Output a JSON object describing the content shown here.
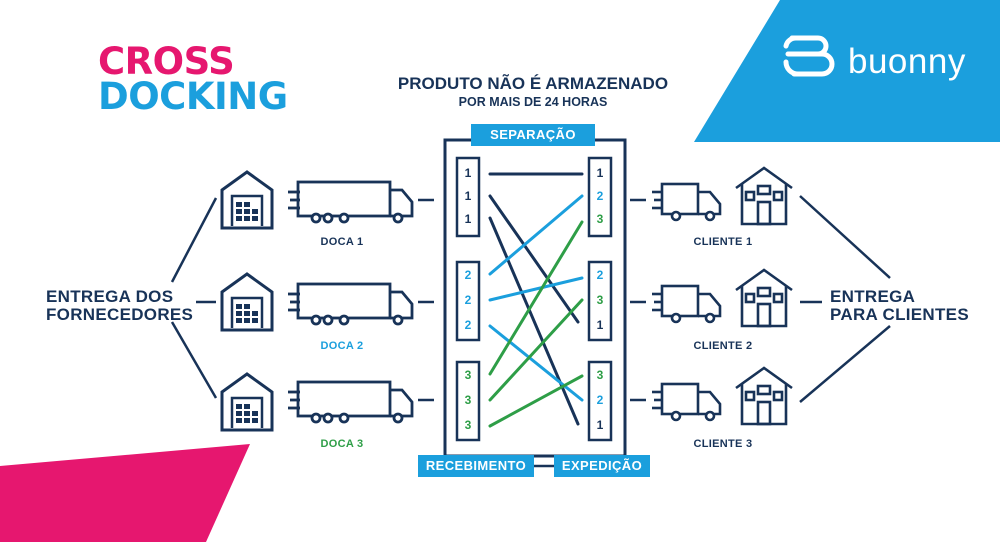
{
  "title": {
    "line1": "CROSS",
    "line2": "DOCKING"
  },
  "subtitle": {
    "part1": "PRODUTO ",
    "part2": "NÃO É",
    "part3": " ARMAZENADO",
    "line2": "POR MAIS DE 24 HORAS"
  },
  "logo": {
    "text": "buonny"
  },
  "left_label": {
    "line1": "ENTREGA DOS",
    "line2": "FORNECEDORES"
  },
  "right_label": {
    "line1": "ENTREGA",
    "line2": "PARA CLIENTES"
  },
  "docks": [
    {
      "label": "DOCA 1",
      "color": "#183358"
    },
    {
      "label": "DOCA 2",
      "color": "#1b9fdd"
    },
    {
      "label": "DOCA 3",
      "color": "#2e9e47"
    }
  ],
  "clients": [
    {
      "label": "CLIENTE 1"
    },
    {
      "label": "CLIENTE 2"
    },
    {
      "label": "CLIENTE 3"
    }
  ],
  "center": {
    "top_label": "SEPARAÇÃO",
    "bottom_left_label": "RECEBIMENTO",
    "bottom_right_label": "EXPEDIÇÃO"
  },
  "receiving_slots": [
    [
      "1",
      "1",
      "1"
    ],
    [
      "2",
      "2",
      "2"
    ],
    [
      "3",
      "3",
      "3"
    ]
  ],
  "shipping_slots": [
    [
      "1",
      "2",
      "3"
    ],
    [
      "2",
      "3",
      "1"
    ],
    [
      "3",
      "2",
      "1"
    ]
  ],
  "colors": {
    "navy": "#183358",
    "blue": "#1b9fdd",
    "green": "#2e9e47",
    "pink": "#e6176f"
  }
}
